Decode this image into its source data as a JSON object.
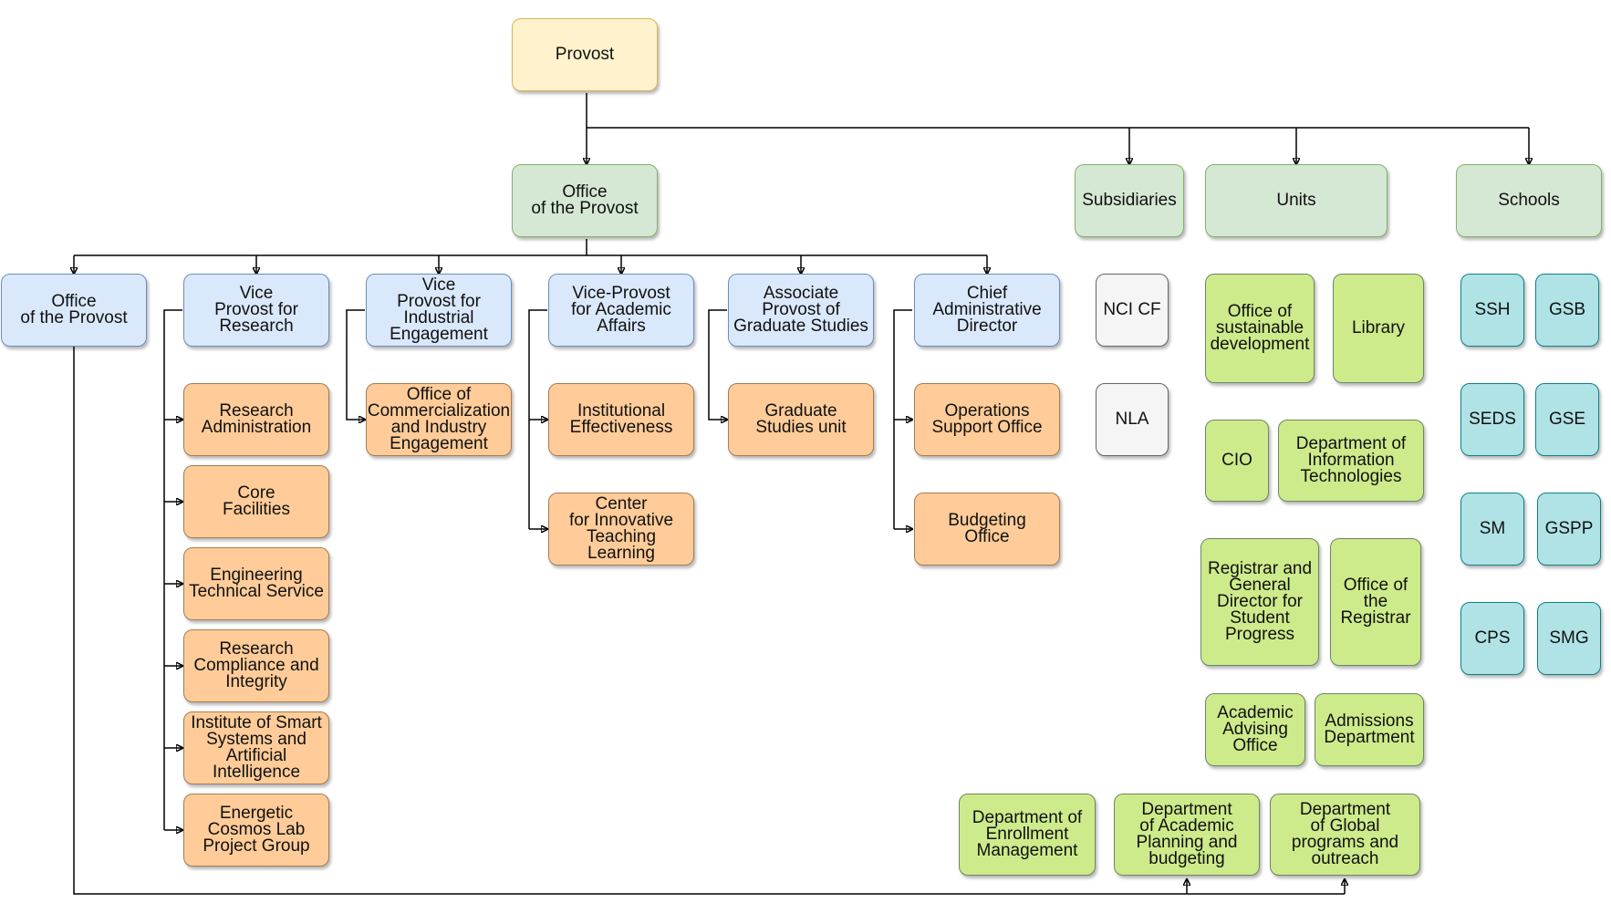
{
  "nodes": {
    "provost": "Provost",
    "office_top": "Office\nof the Provost",
    "subsidiaries": "Subsidiaries",
    "units": "Units",
    "schools": "Schools",
    "office_left": "Office\nof the Provost",
    "vp_research": "Vice\nProvost for\nResearch",
    "vp_industrial": "Vice\nProvost for\nIndustrial\nEngagement",
    "vp_academic": "Vice-Provost\nfor Academic\nAffairs",
    "ap_graduate": "Associate\nProvost of\nGraduate Studies",
    "chief_admin": "Chief\nAdministrative\nDirector",
    "research_admin": "Research\nAdministration",
    "core_facilities": "Core\nFacilities",
    "eng_tech": "Engineering\nTechnical Service",
    "research_compliance": "Research\nCompliance and\nIntegrity",
    "institute_smart": "Institute of Smart\nSystems and\nArtificial\nIntelligence",
    "energetic_cosmos": "Energetic\nCosmos Lab\nProject Group",
    "office_commercialization": "Office of\nCommercialization\nand Industry\nEngagement",
    "institutional_eff": "Institutional\nEffectiveness",
    "center_teaching": "Center\nfor Innovative\nTeaching\nLearning",
    "graduate_unit": "Graduate\nStudies unit",
    "operations_support": "Operations\nSupport Office",
    "budgeting_office": "Budgeting\nOffice",
    "nci_cf": "NCI CF",
    "nla": "NLA",
    "office_sustainable": "Office of\nsustainable\ndevelopment",
    "library": "Library",
    "cio": "CIO",
    "dept_it": "Department of\nInformation\nTechnologies",
    "registrar_general": "Registrar and\nGeneral\nDirector for\nStudent\nProgress",
    "office_registrar": "Office of\nthe\nRegistrar",
    "academic_advising": "Academic\nAdvising\nOffice",
    "admissions": "Admissions\nDepartment",
    "dept_enrollment": "Department of\nEnrollment\nManagement",
    "dept_academic_planning": "Department\nof Academic\nPlanning and\nbudgeting",
    "dept_global": "Department\nof Global\nprograms and\noutreach",
    "ssh": "SSH",
    "gsb": "GSB",
    "seds": "SEDS",
    "gse": "GSE",
    "sm": "SM",
    "gspp": "GSPP",
    "cps": "CPS",
    "smg": "SMG"
  }
}
